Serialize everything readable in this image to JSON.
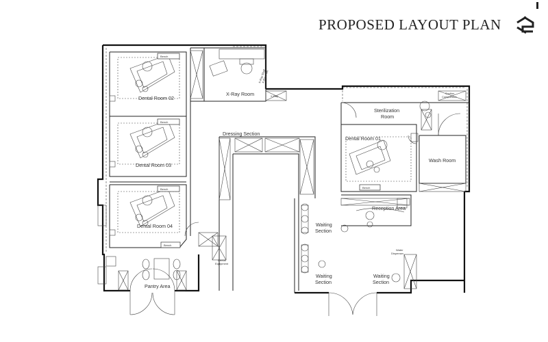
{
  "title": "PROPOSED LAYOUT PLAN",
  "logo_icon": "s-monogram-logo",
  "rooms": {
    "dental_02": "Dental Room 02",
    "dental_03": "Dental Room 03",
    "dental_04": "Dental Room 04",
    "dental_01": "Dental Room 01",
    "xray": "X-Ray Room",
    "dressing": "Dressing Section",
    "sterilization_1": "Sterilization",
    "sterilization_2": "Room",
    "wash": "Wash Room",
    "reception": "Reception Area",
    "waiting_a_1": "Waiting",
    "waiting_a_2": "Section",
    "waiting_b_1": "Waiting",
    "waiting_b_2": "Section",
    "waiting_c_1": "Waiting",
    "waiting_c_2": "Section",
    "pantry": "Pantry Area",
    "water_1": "Water",
    "water_2": "Dispenser"
  },
  "bench_label": "Bench",
  "small_notes": {
    "xray_shelf_1": "X-Ray Shelf",
    "xray_shelf_2": "X-Ray Film",
    "suction_1": "Suction",
    "suction_2": "Compressor",
    "xray_ctrl": "X-Ray",
    "store_1": "Dental",
    "store_2": "Equipment"
  }
}
